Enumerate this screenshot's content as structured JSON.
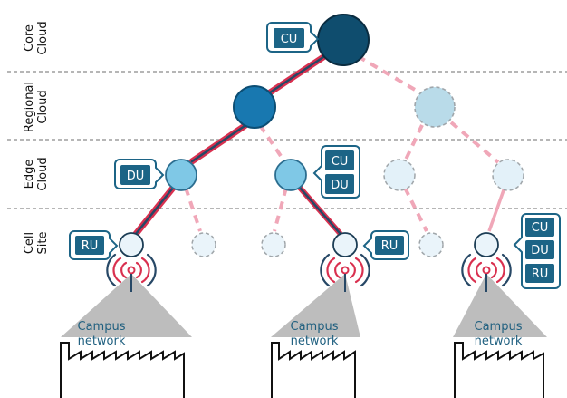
{
  "tiers": {
    "core": [
      "Core",
      "Cloud"
    ],
    "regional": [
      "Regional",
      "Cloud"
    ],
    "edge": [
      "Edge",
      "Cloud"
    ],
    "cell": [
      "Cell",
      "Site"
    ]
  },
  "units": {
    "cu": "CU",
    "du": "DU",
    "ru": "RU"
  },
  "campus": [
    "Campus",
    "network"
  ],
  "colors": {
    "core_node": "#0f4d6e",
    "regional_node": "#1878b0",
    "edge_node": "#7fc8e6",
    "cell_node": "#eaf4fa",
    "inactive_node": "#b9dbe9",
    "inactive_light": "#e3f1f9",
    "box_fill": "#1c6486",
    "box_border": "#1c6486",
    "link_red": "#d9304f",
    "link_navy": "#274866",
    "link_pink": "#f0a7b8",
    "campus_grey": "#bdbdbd"
  }
}
